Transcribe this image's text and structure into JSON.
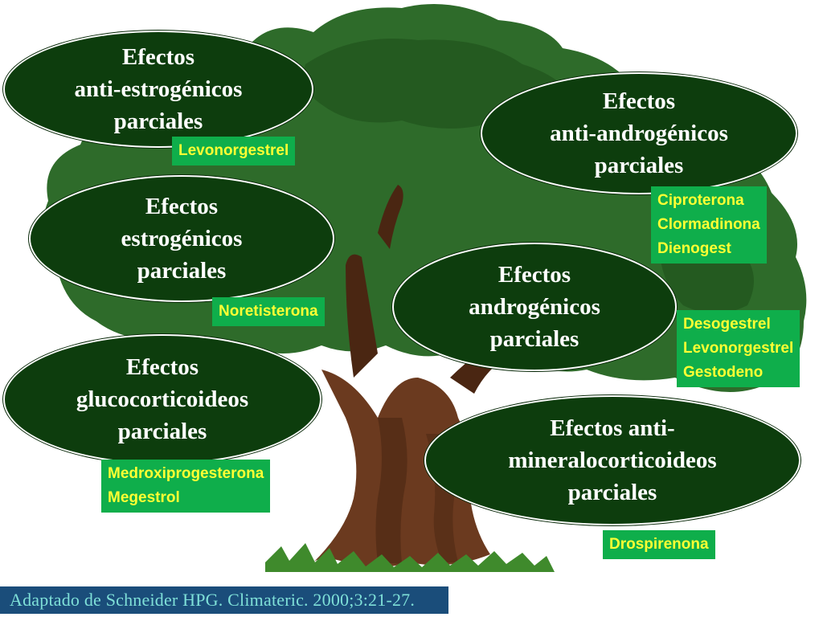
{
  "ellipses": [
    {
      "id": "anti-estrogenicos",
      "text": "Efectos\nanti-estrogénicos\nparciales"
    },
    {
      "id": "anti-androgenicos",
      "text": "Efectos\nanti-androgénicos\nparciales"
    },
    {
      "id": "estrogenicos",
      "text": "Efectos\nestrogénicos\nparciales"
    },
    {
      "id": "androgenicos",
      "text": "Efectos\nandrogénicos\nparciales"
    },
    {
      "id": "glucocorticoideos",
      "text": "Efectos\nglucocorticoideos\nparciales"
    },
    {
      "id": "anti-mineralocorticoideos",
      "text": "Efectos anti-\nmineralocorticoideos\nparciales"
    }
  ],
  "drug_boxes": [
    {
      "id": "anti-estrogenicos",
      "drugs": [
        "Levonorgestrel"
      ]
    },
    {
      "id": "anti-androgenicos",
      "drugs": [
        "Ciproterona",
        "Clormadinona",
        "Dienogest"
      ]
    },
    {
      "id": "estrogenicos",
      "drugs": [
        "Noretisterona"
      ]
    },
    {
      "id": "androgenicos",
      "drugs": [
        "Desogestrel",
        "Levonorgestrel",
        "Gestodeno"
      ]
    },
    {
      "id": "glucocorticoideos",
      "drugs": [
        "Medroxiprogesterona",
        "Megestrol"
      ]
    },
    {
      "id": "anti-mineralocorticoideos",
      "drugs": [
        "Drospirenona"
      ]
    }
  ],
  "citation": "Adaptado de  Schneider HPG. Climateric. 2000;3:21-27.",
  "colors": {
    "foliage": "#2e6b2a",
    "foliage_dark": "#245a20",
    "trunk": "#6b3a1f",
    "trunk_dark": "#4a2612",
    "grass": "#3f8a2c",
    "ellipse_fill": "#0d3d0d",
    "drug_box_bg": "#0fae4b",
    "drug_text": "#ffff33",
    "citation_bg": "#1a4d7a",
    "citation_text": "#7fe0d8"
  }
}
